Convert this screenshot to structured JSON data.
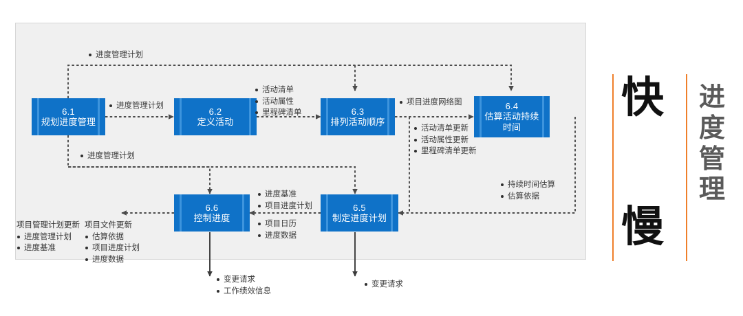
{
  "diagram": {
    "title_hero": [
      "快",
      "慢"
    ],
    "title_side": "进度管理",
    "accent_color": "#ef7f2a",
    "node_color": "#0f72c8",
    "panel_color": "#f0f0f0",
    "nodes": [
      {
        "id": "6.1",
        "num": "6.1",
        "name": "规划进度管理"
      },
      {
        "id": "6.2",
        "num": "6.2",
        "name": "定义活动"
      },
      {
        "id": "6.3",
        "num": "6.3",
        "name": "排列活动顺序"
      },
      {
        "id": "6.4",
        "num": "6.4",
        "name": "估算活动持续时间"
      },
      {
        "id": "6.5",
        "num": "6.5",
        "name": "制定进度计划"
      },
      {
        "id": "6.6",
        "num": "6.6",
        "name": "控制进度"
      }
    ],
    "annotations": {
      "top_plan": [
        "进度管理计划"
      ],
      "flow_6_1_to_6_2": [
        "进度管理计划"
      ],
      "left_plan_lower": [
        "进度管理计划"
      ],
      "flow_6_2_to_6_3": [
        "活动清单",
        "活动属性",
        "里程碑清单"
      ],
      "flow_6_3_to_6_4": [
        "项目进度网络图"
      ],
      "flow_6_3_down": [
        "活动清单更新",
        "活动属性更新",
        "里程碑清单更新"
      ],
      "flow_6_4_to_6_5": [
        "持续时间估算",
        "估算依据"
      ],
      "flow_6_5_to_6_6_upper": [
        "进度基准",
        "项目进度计划"
      ],
      "flow_6_5_to_6_6_lower": [
        "项目日历",
        "进度数据"
      ],
      "pm_plan_updates_header": "项目管理计划更新",
      "pm_plan_updates": [
        "进度管理计划",
        "进度基准"
      ],
      "project_docs_header": "项目文件更新",
      "project_docs": [
        "估算依据",
        "项目进度计划",
        "进度数据"
      ],
      "out_6_6": [
        "变更请求",
        "工作绩效信息"
      ],
      "out_6_5": [
        "变更请求"
      ]
    }
  }
}
